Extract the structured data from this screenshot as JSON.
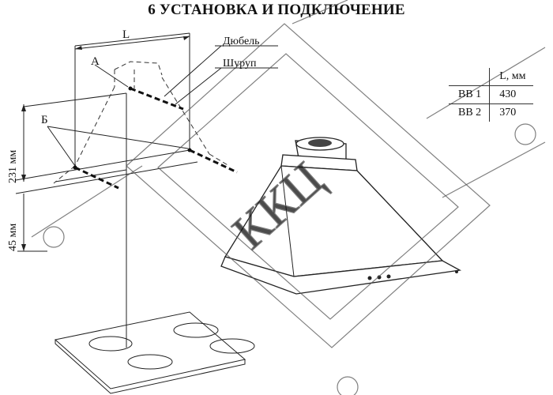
{
  "title": "6 УСТАНОВКА И ПОДКЛЮЧЕНИЕ",
  "labels": {
    "dimension_l": "L",
    "point_a": "А",
    "point_b": "Б",
    "dowel": "Дюбель",
    "screw": "Шуруп",
    "height_231": "231 мм",
    "height_45": "45 мм"
  },
  "table": {
    "header_value": "L, мм",
    "rows": [
      {
        "model": "ВВ 1",
        "value": "430"
      },
      {
        "model": "ВВ 2",
        "value": "370"
      }
    ]
  },
  "watermark": {
    "text": "ККЦ"
  }
}
